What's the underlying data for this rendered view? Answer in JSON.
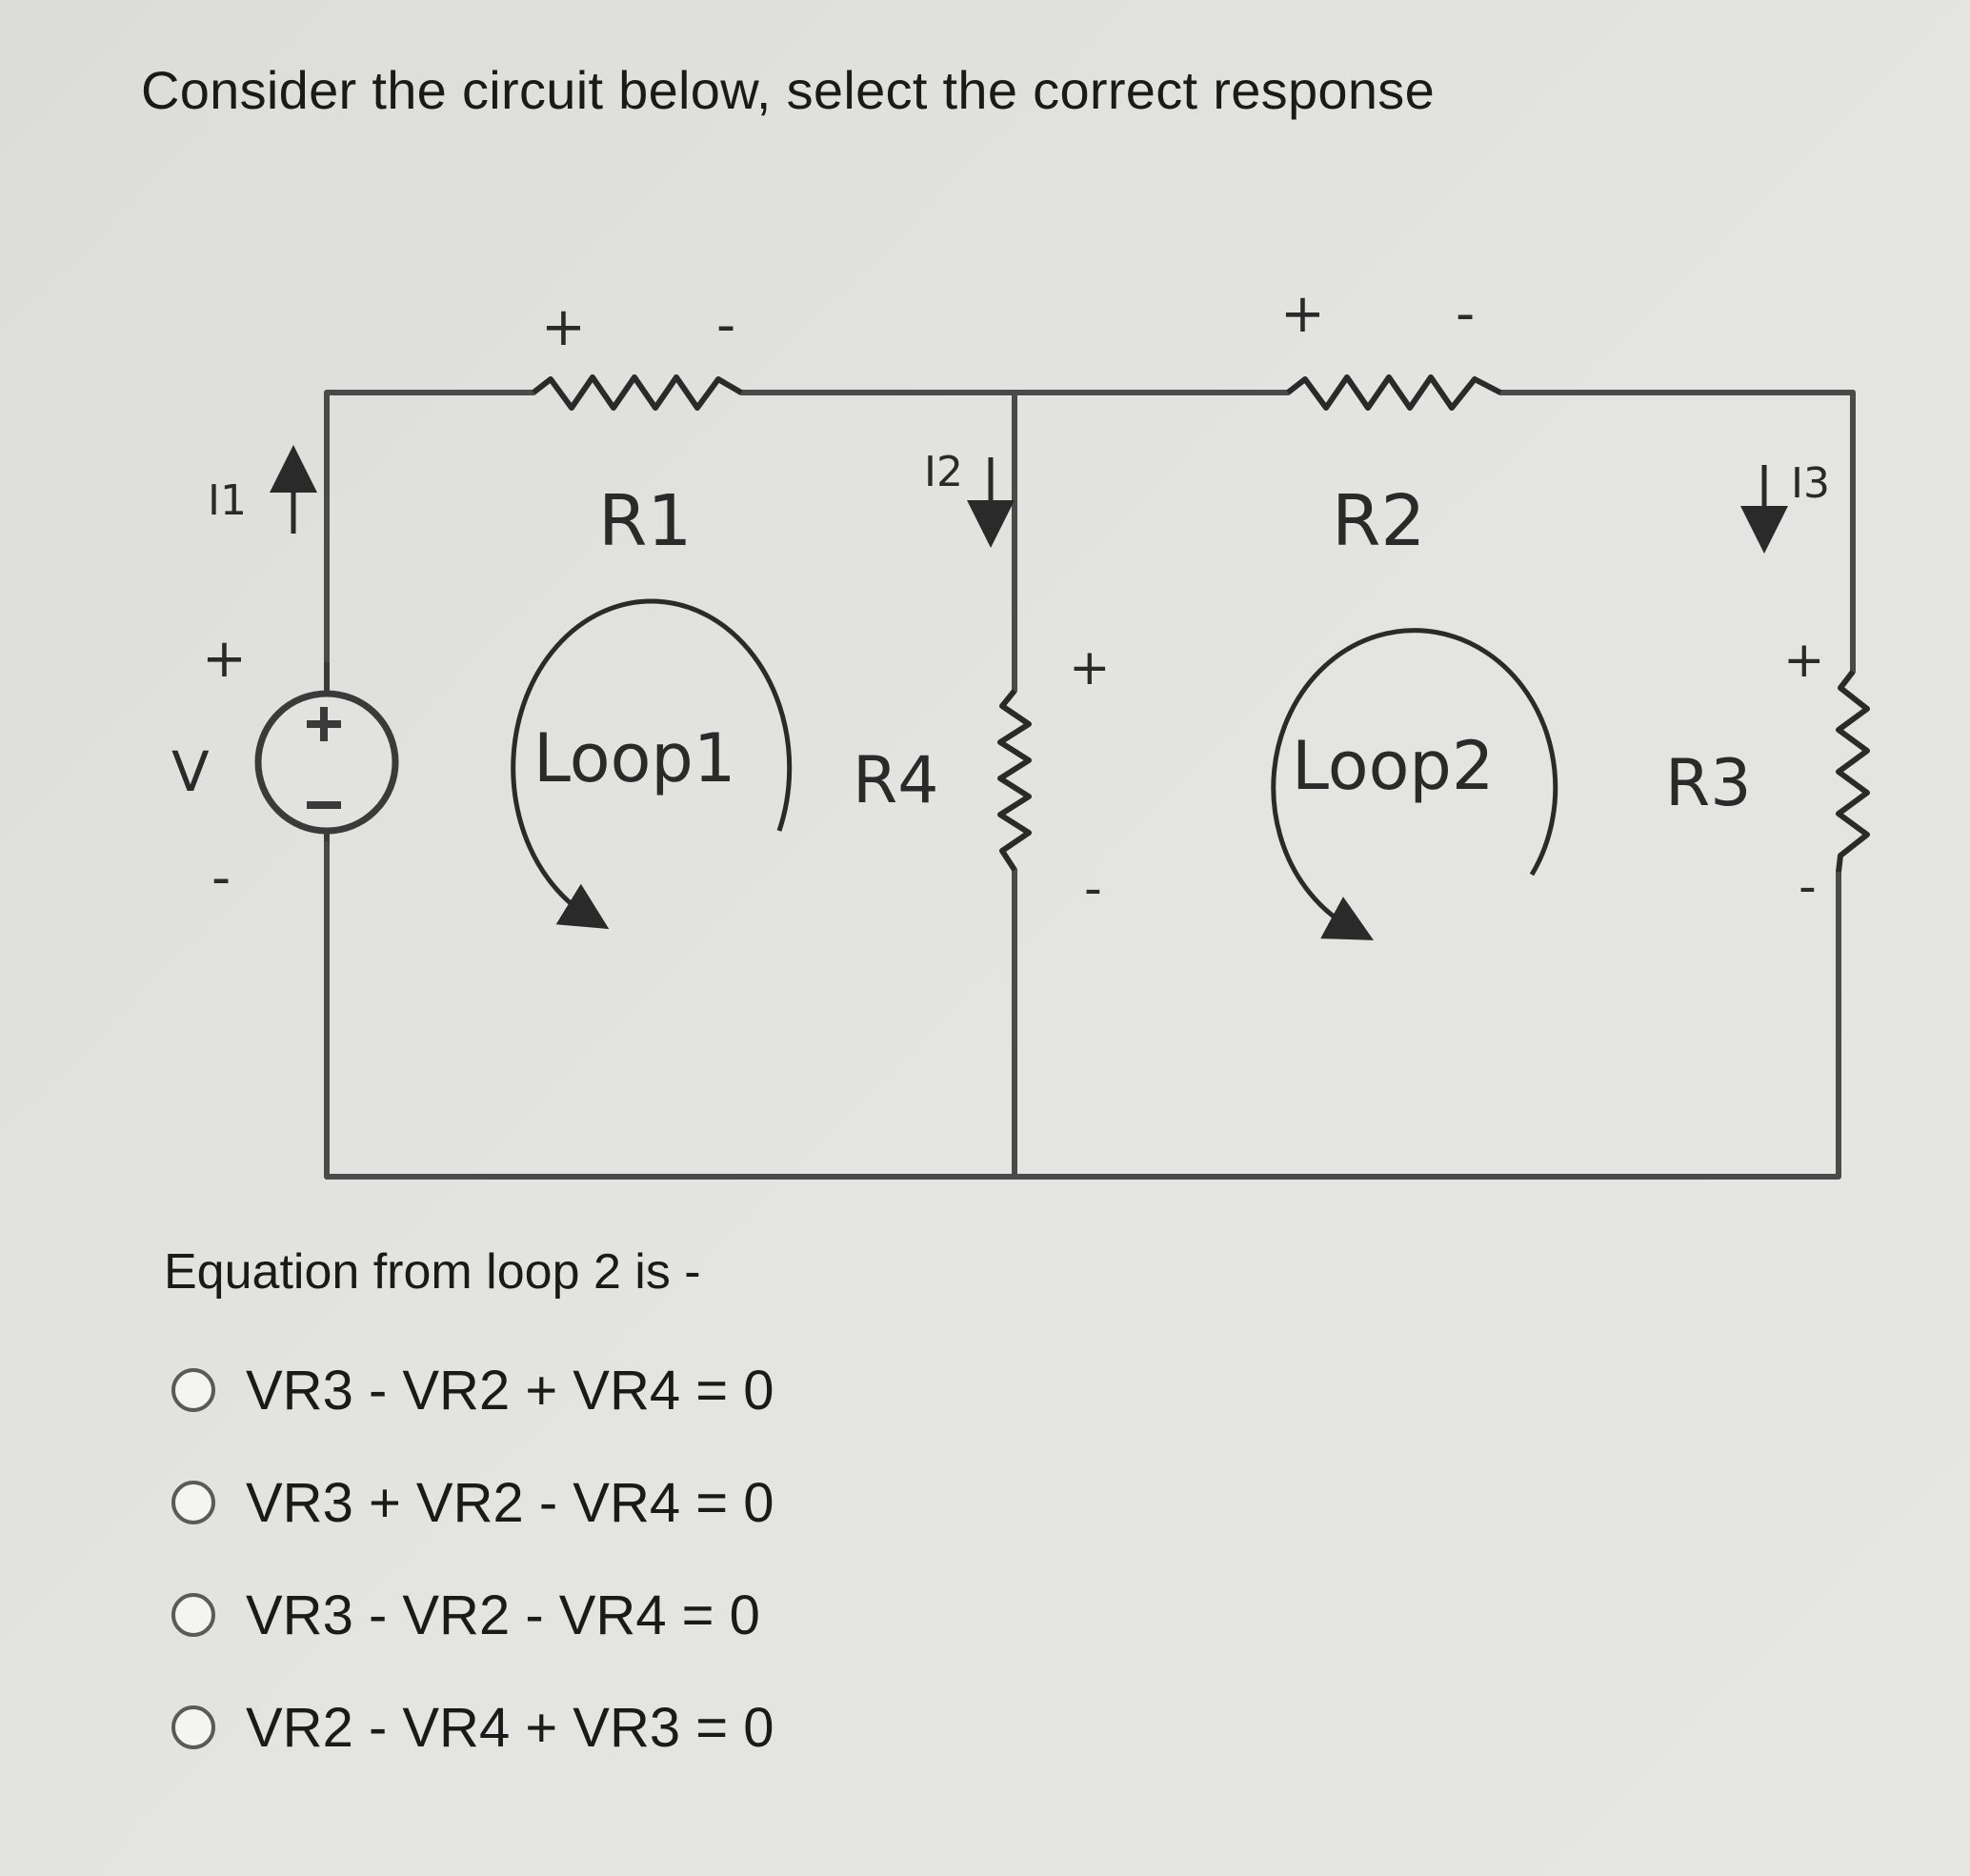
{
  "question": {
    "title": "Consider the circuit below, select the correct response",
    "prompt": "Equation from loop 2 is -"
  },
  "circuit": {
    "source": {
      "label": "V",
      "plus": "+",
      "minus": "-"
    },
    "currents": {
      "i1": "I1",
      "i2": "I2",
      "i3": "I3"
    },
    "resistors": {
      "r1": {
        "label": "R1",
        "plus": "+",
        "minus": "-"
      },
      "r2": {
        "label": "R2",
        "plus": "+",
        "minus": "-"
      },
      "r3": {
        "label": "R3",
        "plus": "+",
        "minus": "-"
      },
      "r4": {
        "label": "R4",
        "plus": "+",
        "minus": "-"
      }
    },
    "loops": {
      "loop1": "Loop1",
      "loop2": "Loop2"
    }
  },
  "options": [
    {
      "label": "VR3 - VR2 + VR4 = 0"
    },
    {
      "label": "VR3 + VR2 - VR4 = 0"
    },
    {
      "label": "VR3 - VR2 - VR4 = 0"
    },
    {
      "label": "VR2 - VR4 + VR3 = 0"
    }
  ]
}
